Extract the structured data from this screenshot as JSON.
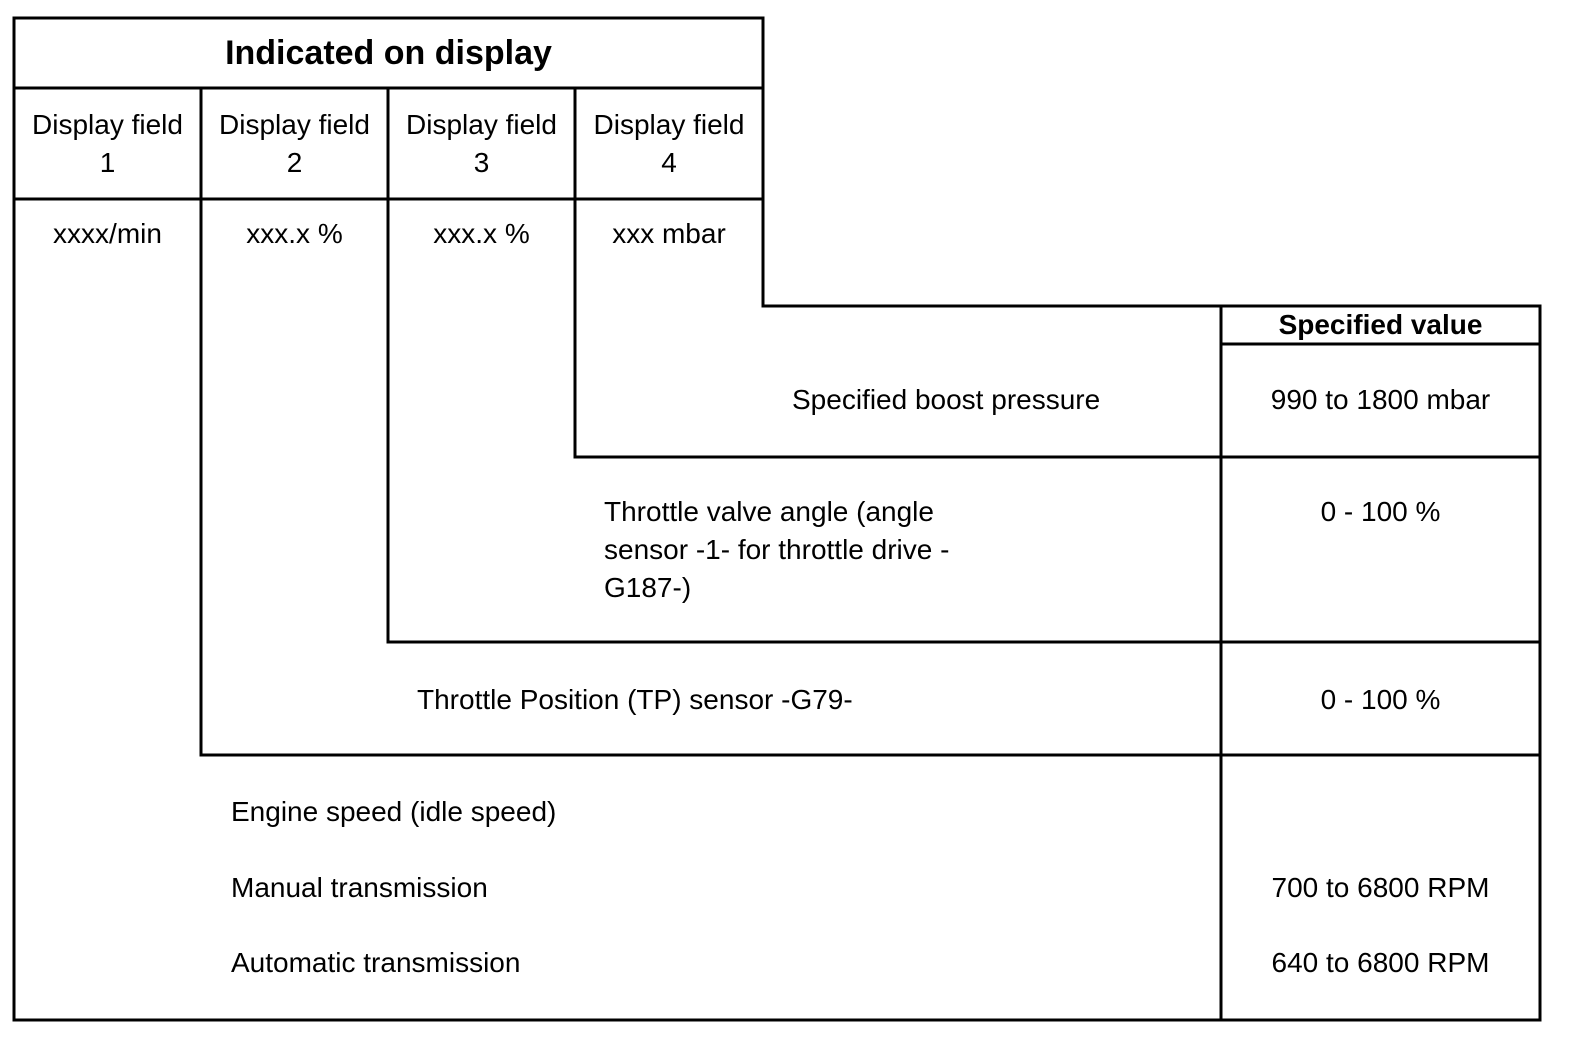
{
  "header": {
    "title": "Indicated on display",
    "fields": [
      {
        "label_line1": "Display field",
        "label_line2": "1",
        "unit": "xxxx/min"
      },
      {
        "label_line1": "Display field",
        "label_line2": "2",
        "unit": "xxx.x %"
      },
      {
        "label_line1": "Display field",
        "label_line2": "3",
        "unit": "xxx.x %"
      },
      {
        "label_line1": "Display field",
        "label_line2": "4",
        "unit": "xxx mbar"
      }
    ]
  },
  "specified_header": "Specified value",
  "rows": [
    {
      "description": "Specified boost pressure",
      "value": "990 to 1800 mbar"
    },
    {
      "description_lines": [
        "Throttle valve angle (angle",
        "sensor -1- for throttle drive -",
        "G187-)"
      ],
      "value": "0 - 100 %"
    },
    {
      "description": "Throttle Position (TP) sensor -G79-",
      "value": "0 - 100 %"
    },
    {
      "title": "Engine speed (idle speed)",
      "items": [
        {
          "label": "Manual transmission",
          "value": "700 to 6800 RPM"
        },
        {
          "label": "Automatic transmission",
          "value": "640 to 6800 RPM"
        }
      ]
    }
  ]
}
